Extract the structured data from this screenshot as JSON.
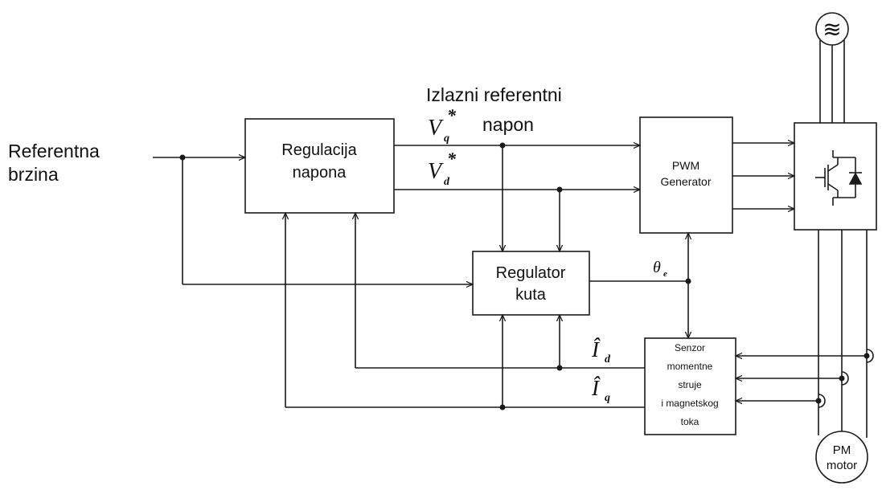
{
  "labels": {
    "reference_speed_line1": "Referentna",
    "reference_speed_line2": "brzina",
    "output_reference_line1": "Izlazni referentni",
    "output_reference_line2": "napon",
    "voltage_regulation_line1": "Regulacija",
    "voltage_regulation_line2": "napona",
    "angle_regulator_line1": "Regulator",
    "angle_regulator_line2": "kuta",
    "pwm_line1": "PWM",
    "pwm_line2": "Generator",
    "sensor_line1": "Senzor",
    "sensor_line2": "momentne",
    "sensor_line3": "struje",
    "sensor_line4": "i magnetskog",
    "sensor_line5": "toka",
    "motor_line1": "PM",
    "motor_line2": "motor",
    "source_symbol": "≋"
  },
  "signals": {
    "vq_base": "V",
    "vq_sub": "q",
    "vq_sup": "*",
    "vd_base": "V",
    "vd_sub": "d",
    "vd_sup": "*",
    "theta_base": "θ",
    "theta_sub": "e",
    "id_base": "Î",
    "id_sub": "d",
    "iq_base": "Î",
    "iq_sub": "q"
  }
}
